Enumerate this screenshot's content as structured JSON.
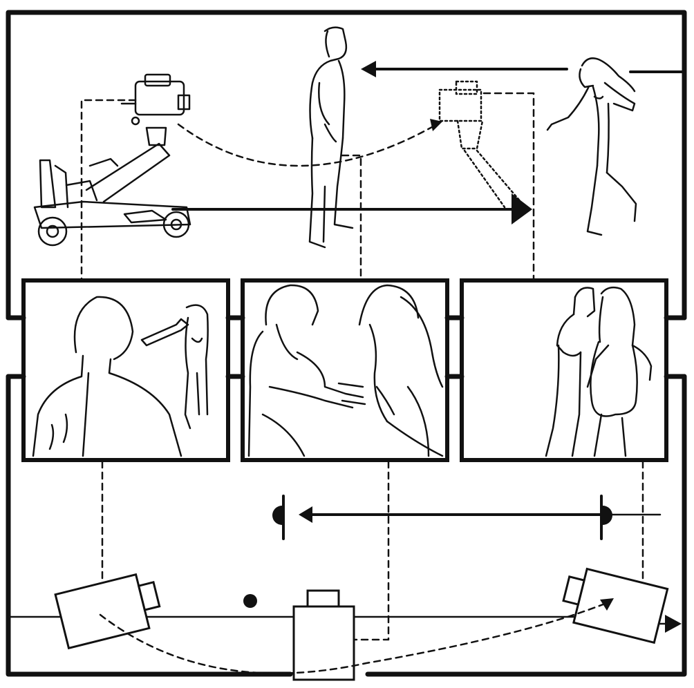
{
  "figure": {
    "description_shown": false,
    "ink_color": "#111111",
    "background_color": "#ffffff",
    "panels": [
      {
        "id": "frame-1",
        "icon": "man-back-view-and-woman-with-camera-illustration"
      },
      {
        "id": "frame-2",
        "icon": "man-and-woman-close-up-illustration"
      },
      {
        "id": "frame-3",
        "icon": "man-and-woman-standing-illustration"
      }
    ],
    "top_scene": [
      "camera-crane-dolly-icon",
      "standing-man-figure",
      "ghost-camera-icon",
      "walking-woman-figure"
    ],
    "bottom_scene": [
      "left-camera-icon",
      "center-camera-icon",
      "right-camera-icon"
    ]
  }
}
